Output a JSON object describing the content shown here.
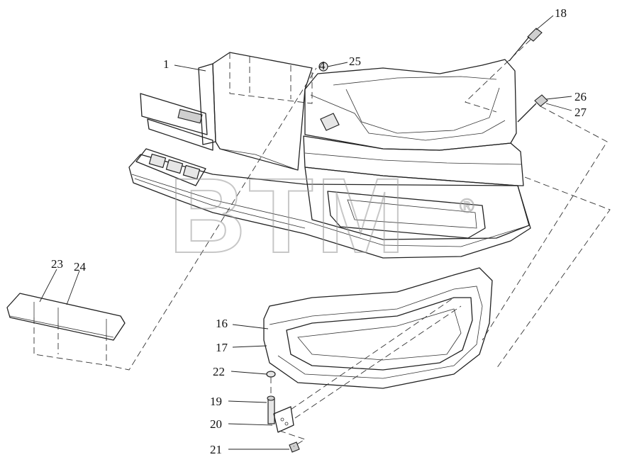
{
  "diagram": {
    "callouts": [
      {
        "id": "c1",
        "label": "1"
      },
      {
        "id": "c4",
        "label": "4"
      },
      {
        "id": "c25",
        "label": "25"
      },
      {
        "id": "c18",
        "label": "18"
      },
      {
        "id": "c26",
        "label": "26"
      },
      {
        "id": "c27",
        "label": "27"
      },
      {
        "id": "c23",
        "label": "23"
      },
      {
        "id": "c24",
        "label": "24"
      },
      {
        "id": "c16",
        "label": "16"
      },
      {
        "id": "c17",
        "label": "17"
      },
      {
        "id": "c22",
        "label": "22"
      },
      {
        "id": "c19",
        "label": "19"
      },
      {
        "id": "c20",
        "label": "20"
      },
      {
        "id": "c21",
        "label": "21"
      }
    ],
    "watermark": {
      "text": "BTM",
      "registered": "®",
      "color": "#9a9a9a"
    },
    "line_color": "#222222",
    "background": "#ffffff"
  }
}
